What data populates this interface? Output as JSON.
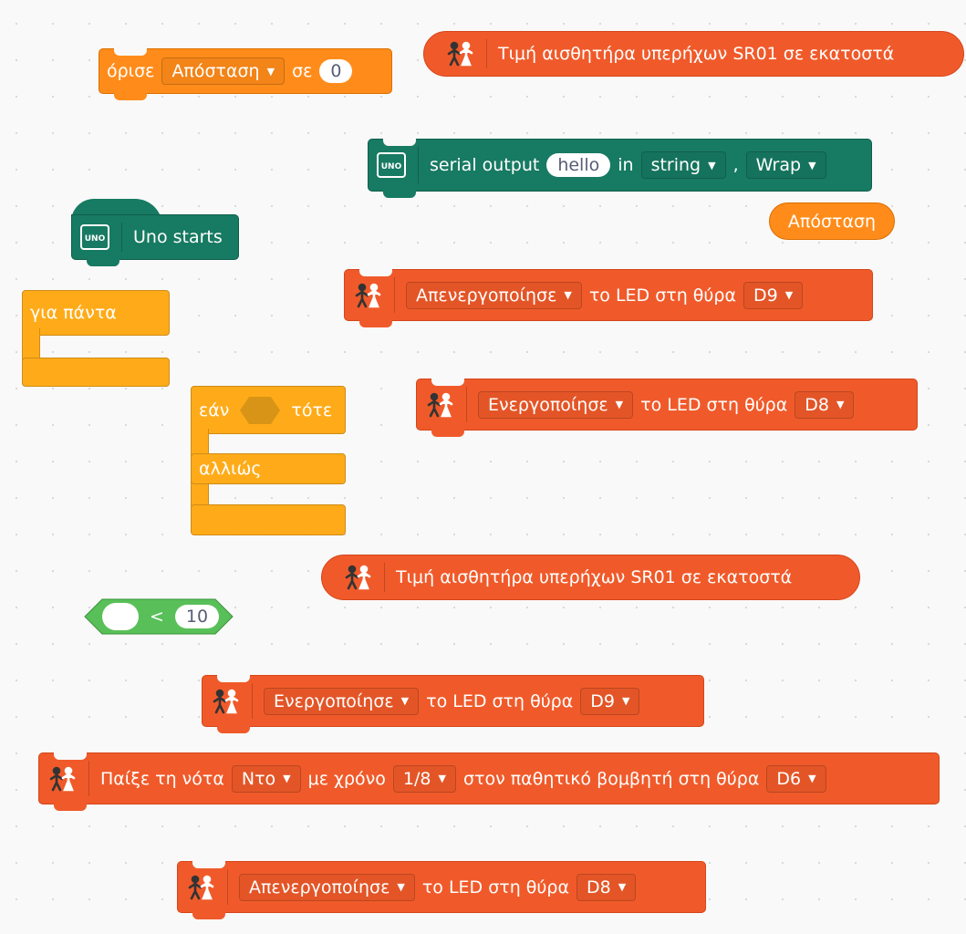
{
  "icons": {
    "uno_label": "UNO",
    "sensor": "ultrasonic-figures-icon"
  },
  "set_var": {
    "label": "όρισε",
    "variable": "Απόσταση",
    "to": "σε",
    "value": "0"
  },
  "sensor_reporter_1": {
    "label": "Τιμή αισθητήρα υπερήχων SR01 σε εκατοστά"
  },
  "serial": {
    "label": "serial output",
    "text": "hello",
    "in": "in",
    "type": "string",
    "comma": ",",
    "mode": "Wrap"
  },
  "var_reporter": {
    "label": "Απόσταση"
  },
  "hat": {
    "label": "Uno starts"
  },
  "forever": {
    "label": "για πάντα"
  },
  "if_else": {
    "if": "εάν",
    "then": "τότε",
    "else": "αλλιώς"
  },
  "led_off_d9": {
    "action": "Απενεργοποίησε",
    "mid": "το LED στη θύρα",
    "port": "D9"
  },
  "led_on_d8": {
    "action": "Ενεργοποίησε",
    "mid": "το LED στη θύρα",
    "port": "D8"
  },
  "sensor_reporter_2": {
    "label": "Τιμή αισθητήρα υπερήχων SR01 σε εκατοστά"
  },
  "compare": {
    "left": "",
    "op": "<",
    "right": "10"
  },
  "led_on_d9": {
    "action": "Ενεργοποίησε",
    "mid": "το LED στη θύρα",
    "port": "D9"
  },
  "play_note": {
    "label": "Παίξε τη νότα",
    "note": "Ντο",
    "with": "με χρόνο",
    "beat": "1/8",
    "on": "στον παθητικό βομβητή στη θύρα",
    "port": "D6"
  },
  "led_off_d8": {
    "action": "Απενεργοποίησε",
    "mid": "το LED στη θύρα",
    "port": "D8"
  }
}
